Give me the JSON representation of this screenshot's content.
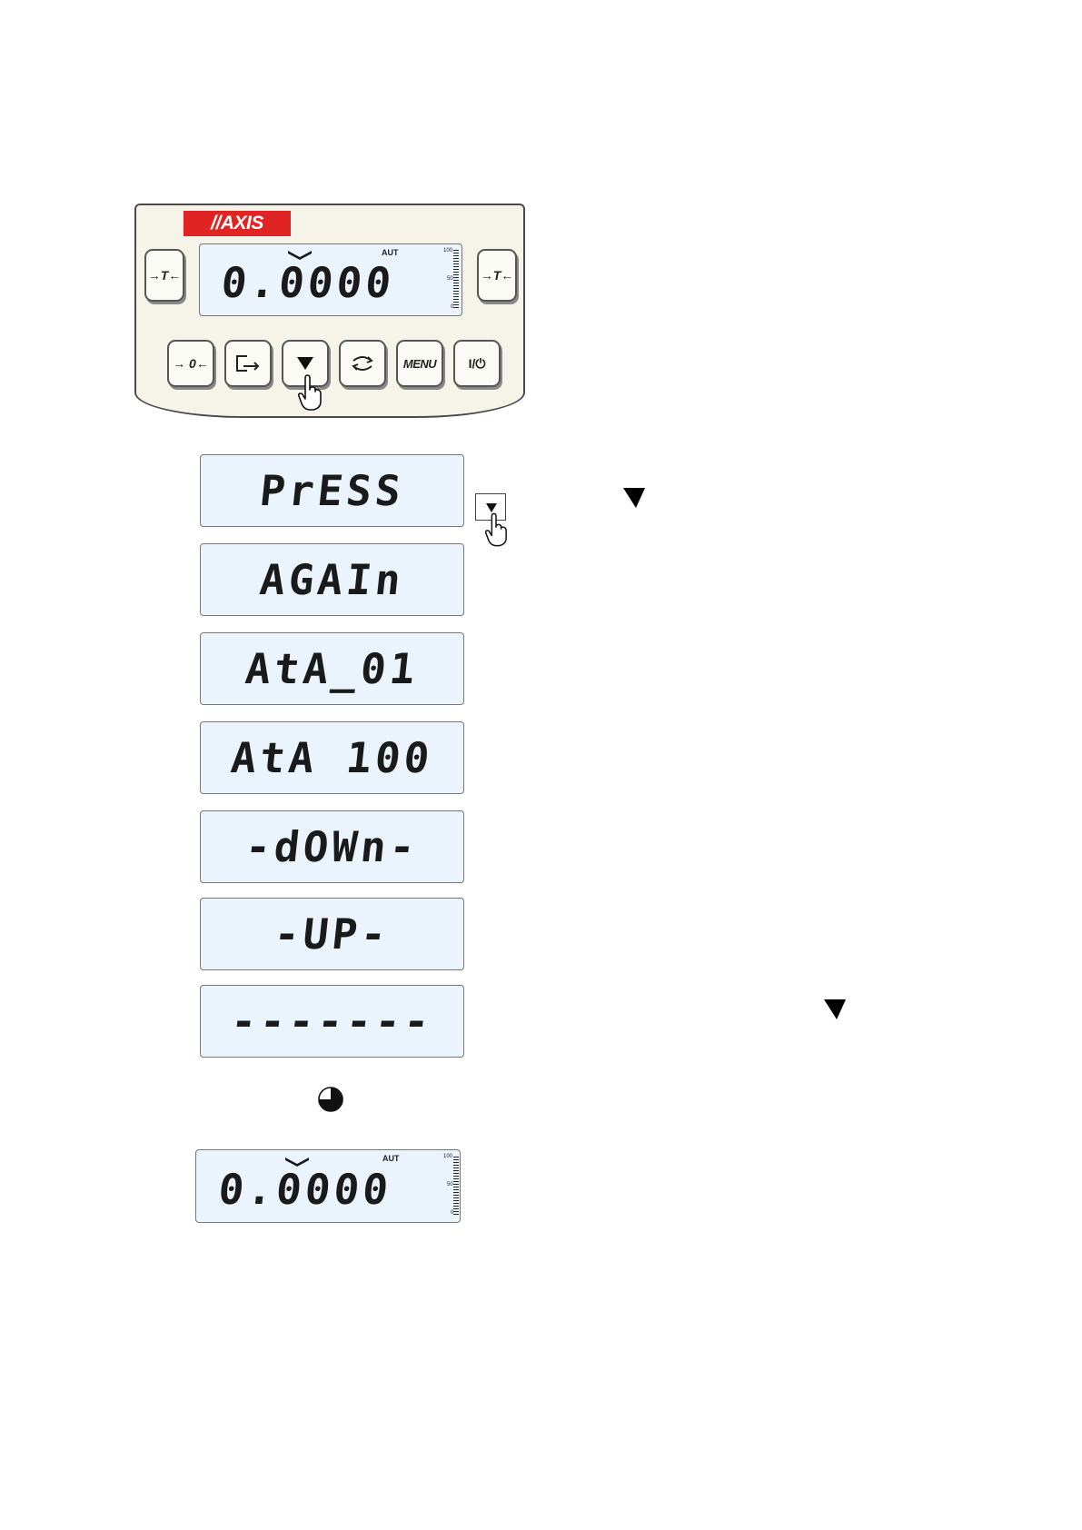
{
  "panel": {
    "brand": "//AXIS",
    "display": {
      "value": "0.0000",
      "mode": "AUT",
      "bar_labels": [
        "100",
        "50",
        "0"
      ]
    },
    "keys": {
      "tare_left": "→T←",
      "tare_right": "→T←",
      "zero": "→ 0←",
      "menu": "MENU",
      "power": "I/⏻"
    }
  },
  "sequence": [
    {
      "text": "PrESS"
    },
    {
      "text": "AGAIn"
    },
    {
      "text": "AtA_01"
    },
    {
      "text": "AtA 100"
    },
    {
      "text": "-dOWn-"
    },
    {
      "text": "-UP-"
    },
    {
      "text": "-------"
    }
  ],
  "final_display": {
    "value": "0.0000",
    "mode": "AUT",
    "bar_labels": [
      "100",
      "50",
      "0"
    ]
  },
  "icons": {
    "arrow": "down-triangle-icon",
    "wait": "clock-icon",
    "hand": "pointer-hand-icon"
  },
  "colors": {
    "brand": "#e02424",
    "lcd": "#ebf4fd",
    "panel": "#f6f4e8"
  }
}
